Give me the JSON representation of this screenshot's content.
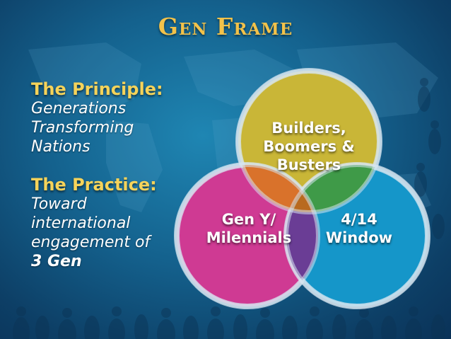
{
  "title": "Gen Frame",
  "principle": {
    "heading": "The Principle:",
    "lines": [
      "Generations",
      "Transforming",
      "Nations"
    ]
  },
  "practice": {
    "heading": "The Practice:",
    "lines": [
      "Toward",
      "international",
      "engagement of"
    ],
    "emphasis": "3 Gen"
  },
  "venn": {
    "circles": [
      {
        "label_lines": [
          "Builders,",
          "Boomers &",
          "Busters"
        ],
        "color": "#c9b637"
      },
      {
        "label_lines": [
          "Gen Y/",
          "Milennials"
        ],
        "color": "#cf3a93"
      },
      {
        "label_lines": [
          "4/14",
          "Window"
        ],
        "color": "#1596c9"
      }
    ],
    "overlap_colors": {
      "top_left": "#d9722b",
      "top_right": "#3f9a48",
      "left_right": "#6a3d95",
      "center": "#b86a1f"
    }
  },
  "colors": {
    "title": "#f2c24a",
    "heading": "#f5d35a",
    "background": "#14618d"
  }
}
